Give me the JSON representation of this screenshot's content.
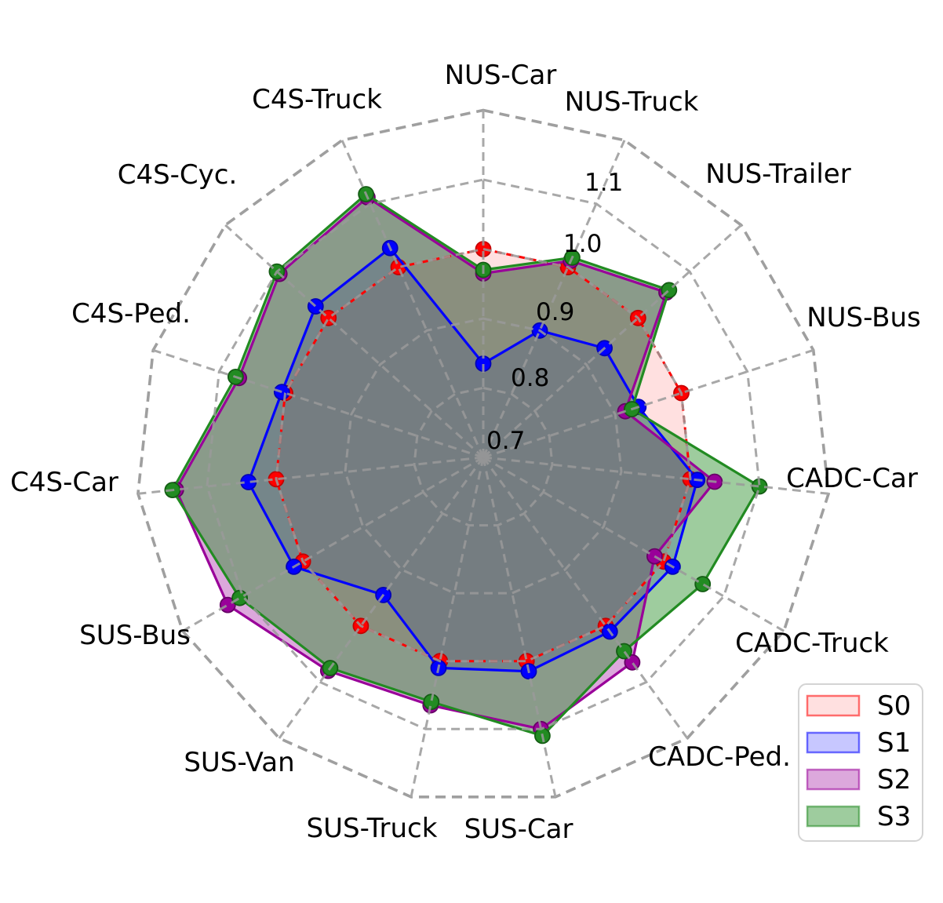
{
  "chart_data": {
    "type": "radar",
    "categories": [
      "NUS-Car",
      "NUS-Truck",
      "NUS-Trailer",
      "NUS-Bus",
      "CADC-Car",
      "CADC-Truck",
      "CADC-Ped.",
      "SUS-Car",
      "SUS-Truck",
      "SUS-Van",
      "SUS-Bus",
      "C4S-Car",
      "C4S-Ped.",
      "C4S-Cyc.",
      "C4S-Truck"
    ],
    "series": [
      {
        "name": "S0",
        "line_style": "dashed",
        "color": "#ff0000",
        "edge_color": "#c40000",
        "fill_opacity": 0.12,
        "values": [
          1.0,
          1.0,
          1.0,
          1.0,
          1.0,
          1.0,
          1.0,
          1.0,
          1.0,
          1.0,
          1.0,
          1.0,
          1.0,
          1.0,
          1.0
        ]
      },
      {
        "name": "S1",
        "line_style": "solid",
        "color": "#0000ff",
        "edge_color": "#0000b8",
        "fill_opacity": 0.22,
        "values": [
          0.835,
          0.9,
          0.935,
          0.935,
          1.01,
          1.015,
          1.01,
          1.015,
          1.01,
          0.945,
          1.015,
          1.04,
          1.005,
          1.025,
          1.03
        ]
      },
      {
        "name": "S2",
        "line_style": "solid",
        "color": "#990099",
        "edge_color": "#660066",
        "fill_opacity": 0.34,
        "values": [
          0.965,
          1.01,
          1.055,
          0.915,
          1.035,
          0.985,
          1.065,
          1.1,
          1.065,
          1.08,
          1.125,
          1.145,
          1.07,
          1.095,
          1.11
        ]
      },
      {
        "name": "S3",
        "line_style": "solid",
        "color": "#228b22",
        "edge_color": "#145c14",
        "fill_opacity": 0.44,
        "values": [
          0.97,
          1.015,
          1.06,
          0.925,
          1.1,
          1.065,
          1.045,
          1.11,
          1.06,
          1.075,
          1.105,
          1.15,
          1.075,
          1.1,
          1.115
        ]
      }
    ],
    "radial_axis": {
      "min": 0.7,
      "max": 1.2,
      "grid_rings": [
        0.8,
        0.9,
        1.0,
        1.1
      ],
      "tick_values": [
        0.7,
        0.8,
        0.9,
        1.0,
        1.1
      ],
      "tick_labels": [
        "0.7",
        "0.8",
        "0.9",
        "1.0",
        "1.1"
      ]
    },
    "angular": {
      "start_deg": 90,
      "direction": "clockwise",
      "n_axes": 15
    },
    "grid": {
      "color": "#9a9a9a",
      "style": "dashed",
      "ring_shape": "polygon"
    },
    "legend": {
      "position": "lower-right",
      "entries": [
        "S0",
        "S1",
        "S2",
        "S3"
      ]
    }
  }
}
